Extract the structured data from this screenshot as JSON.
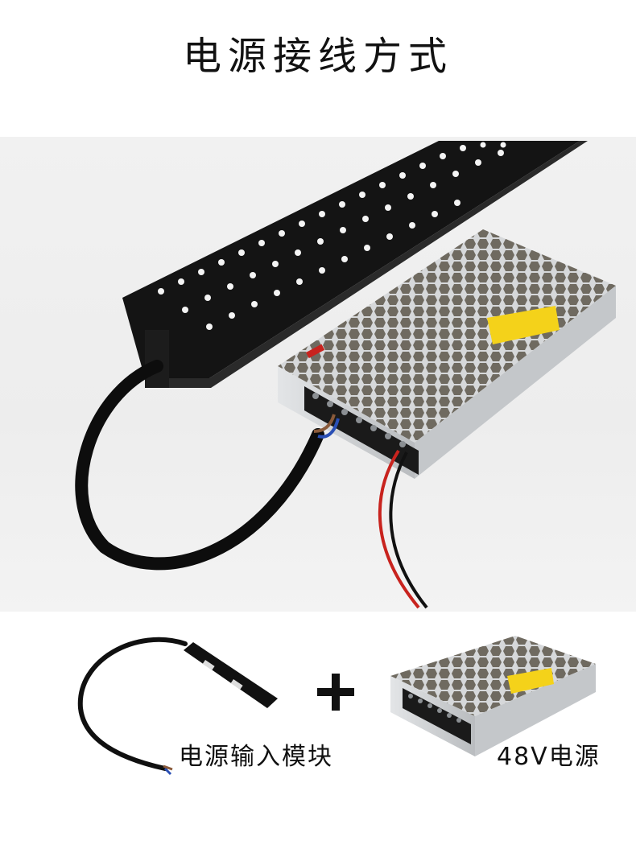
{
  "header": {
    "title": "电源接线方式"
  },
  "items": {
    "module_label": "电源输入模块",
    "psu_label": "48V电源",
    "joiner": "+"
  },
  "colors": {
    "track": "#111111",
    "psu_body": "#cfd2d4",
    "wire_red": "#c8231e",
    "wire_blue": "#2a4fb5",
    "label_yellow": "#f4d21a"
  }
}
